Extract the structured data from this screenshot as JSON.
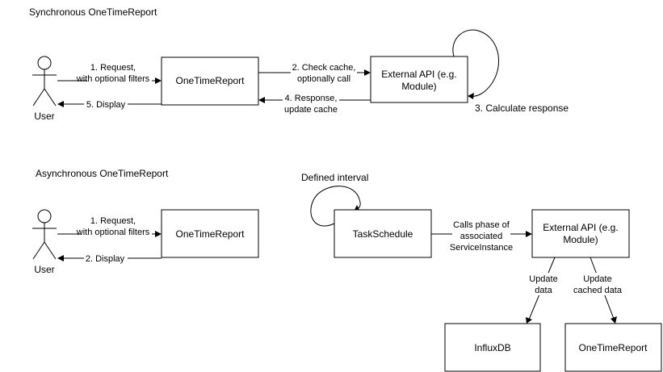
{
  "sections": {
    "sync_title": "Synchronous OneTimeReport",
    "async_title": "Asynchronous OneTimeReport"
  },
  "sync": {
    "user": "User",
    "report_box": "OneTimeReport",
    "api_box": [
      "External API (e.g.",
      "Module)"
    ],
    "edge_request": [
      "1. Request,",
      "with optional filters"
    ],
    "edge_check": [
      "2. Check cache,",
      "optionally call"
    ],
    "loop_label": "3. Calculate response",
    "edge_response": [
      "4. Response,",
      "update cache"
    ],
    "edge_display": "5. Display"
  },
  "async": {
    "user": "User",
    "report_box": "OneTimeReport",
    "edge_request": [
      "1. Request,",
      "with optional filters"
    ],
    "edge_display": "2. Display",
    "interval_label": "Defined interval",
    "task_box": "TaskSchedule",
    "edge_calls": [
      "Calls phase of",
      "associated",
      "ServiceInstance"
    ],
    "api_box": [
      "External API (e.g.",
      "Module)"
    ],
    "edge_update": [
      "Update",
      "data"
    ],
    "edge_update_cached": [
      "Update",
      "cached data"
    ],
    "influx_box": "InfluxDB",
    "report_box_2": "OneTimeReport"
  }
}
